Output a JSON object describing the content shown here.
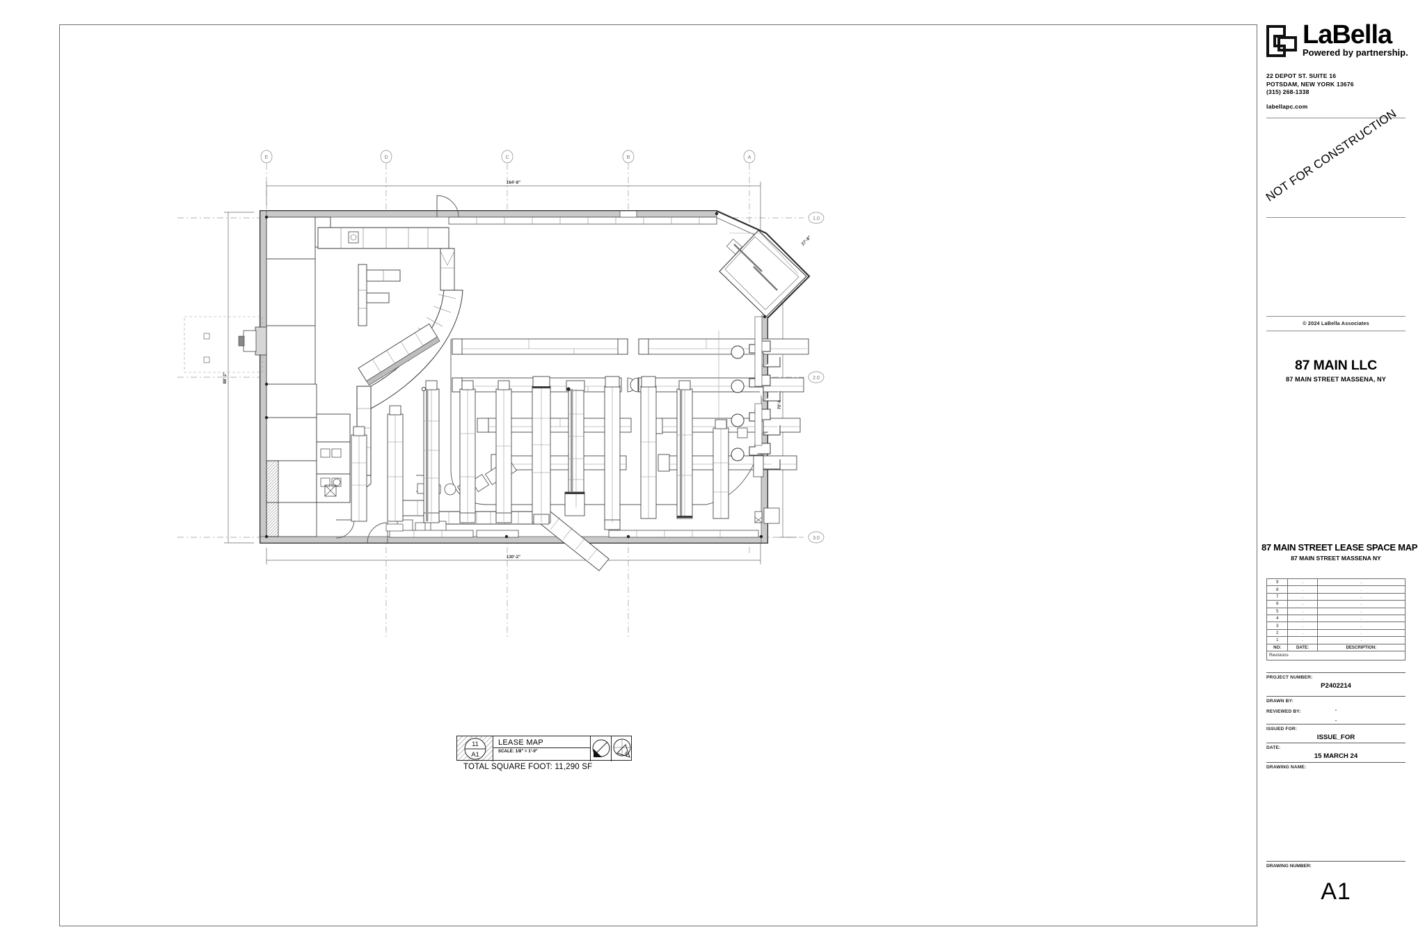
{
  "sheet": {
    "drawing_number": "A1",
    "stamp": "NOT FOR CONSTRUCTION"
  },
  "logo": {
    "name": "LaBella",
    "tagline": "Powered by partnership.",
    "mark": "labella-logo-mark"
  },
  "address": {
    "line1": "22 DEPOT ST. SUITE 16",
    "line2": "POTSDAM, NEW YORK 13676",
    "phone": "(315) 268-1338",
    "website": "labellapc.com"
  },
  "copyright": "©  2024 LaBella Associates",
  "client": {
    "name": "87 MAIN LLC",
    "address": "87 MAIN STREET MASSENA, NY"
  },
  "drawing_title": {
    "name": "87 MAIN STREET LEASE SPACE MAP",
    "address": "87 MAIN STREET MASSENA NY"
  },
  "revisions": {
    "caption": "Revisions",
    "headers": {
      "no": "NO:",
      "date": "DATE:",
      "description": "DESCRIPTION:"
    },
    "rows": [
      {
        "no": "9",
        "date": ".",
        "description": "."
      },
      {
        "no": "8",
        "date": ".",
        "description": "."
      },
      {
        "no": "7",
        "date": ".",
        "description": "."
      },
      {
        "no": "6",
        "date": ".",
        "description": "."
      },
      {
        "no": "5",
        "date": ".",
        "description": "."
      },
      {
        "no": "4",
        "date": ".",
        "description": "."
      },
      {
        "no": "3",
        "date": ".",
        "description": "."
      },
      {
        "no": "2",
        "date": ".",
        "description": "."
      },
      {
        "no": "1",
        "date": ".",
        "description": "."
      }
    ]
  },
  "fields": {
    "project_number_label": "PROJECT NUMBER:",
    "project_number_value": "P2402214",
    "drawn_by_label": "DRAWN BY:",
    "drawn_by_value": ".",
    "reviewed_by_label": "REVIEWED BY:",
    "reviewed_by_value": ".",
    "issued_for_label": "ISSUED FOR:",
    "issued_for_value": "ISSUE_FOR",
    "date_label": "DATE:",
    "date_value": "15 MARCH 24",
    "drawing_name_label": "DRAWING NAME:",
    "drawing_name_value": "",
    "drawing_number_label": "DRAWING NUMBER:"
  },
  "plan_title": {
    "detail_number": "11",
    "sheet_ref": "A1",
    "title": "LEASE MAP",
    "scale": "SCALE: 1/8\" = 1'-0\"",
    "total_area": "TOTAL SQUARE FOOT: 11,290 SF",
    "icon_left": "section-cut-icon",
    "icon_right": "north-arrow-icon"
  },
  "plan": {
    "column_grid": [
      "E",
      "D",
      "C",
      "B",
      "A"
    ],
    "row_grid": [
      "1.0",
      "2.0",
      "3.0"
    ],
    "dimensions": {
      "top": "164'-8\"",
      "bottom": "130'-2\"",
      "left": "88'-2\"",
      "right": "70'-8\"",
      "corner": "27'-8\""
    }
  }
}
